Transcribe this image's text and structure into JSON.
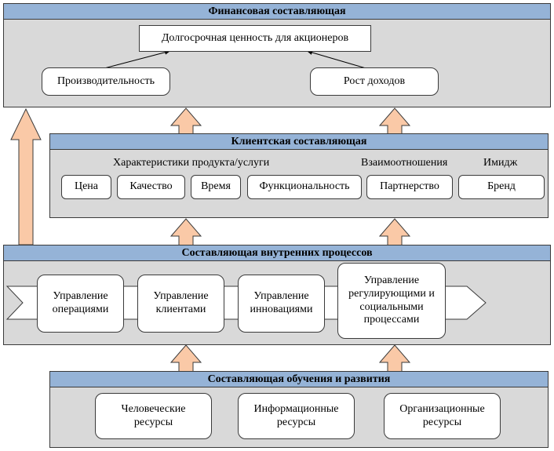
{
  "financial": {
    "header": "Финансовая составляющая",
    "top_goal": "Долгосрочная ценность для акционеров",
    "productivity": "Производительность",
    "revenue_growth": "Рост доходов"
  },
  "customer": {
    "header": "Клиентская составляющая",
    "group_product": "Характеристики продукта/услуги",
    "group_relations": "Взаимоотношения",
    "group_image": "Имидж",
    "items": [
      "Цена",
      "Качество",
      "Время",
      "Функциональность",
      "Партнерство",
      "Бренд"
    ]
  },
  "internal": {
    "header": "Составляющая внутренних процессов",
    "processes": [
      "Управление операциями",
      "Управление клиентами",
      "Управление инновациями",
      "Управление регулирующими и социальными процессами"
    ]
  },
  "learning": {
    "header": "Составляющая обучения и развития",
    "resources": [
      "Человеческие ресурсы",
      "Информационные ресурсы",
      "Организационные ресурсы"
    ]
  },
  "colors": {
    "panel": "#d9d9d9",
    "header": "#95b3d7",
    "arrow": "#fac9a7",
    "border": "#3a3a3a"
  }
}
